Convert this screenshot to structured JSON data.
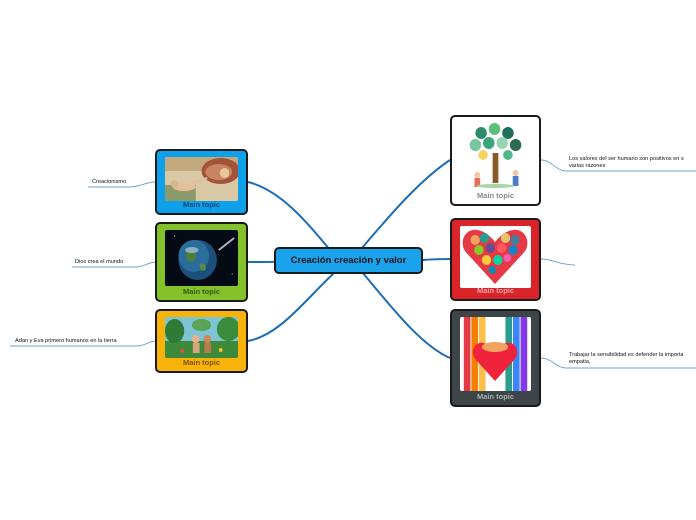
{
  "central": {
    "title": "Creación creación y valor"
  },
  "topics": [
    {
      "label": "Main topic",
      "image": "michelangelo-creation-of-adam-fresco",
      "note": "Creacionismo",
      "color": "#0ea0e8"
    },
    {
      "label": "Main topic",
      "image": "earth-globe-space",
      "note": "Dios crea el mundo",
      "color": "#84c12a"
    },
    {
      "label": "Main topic",
      "image": "adam-eve-paradise-illustration",
      "note": "Adan y Eva primero humanos en la tierra",
      "color": "#f7b30a"
    },
    {
      "label": "Main topic",
      "image": "tree-of-values-children-illustration",
      "note": "Los valores del ser humano son positivos en s\nvarias razones",
      "color": "#ffffff"
    },
    {
      "label": "Main topic",
      "image": "heart-of-colored-hands",
      "note": "",
      "color": "#d9242a"
    },
    {
      "label": "Main topic",
      "image": "rainbow-hands-holding-heart",
      "note": "Trabajar la sensibilidad es defender la importa\nempatia,",
      "color": "#3d4548"
    }
  ],
  "colors": {
    "connector": "#1f6db5",
    "note_line": "#6fa3cf"
  }
}
